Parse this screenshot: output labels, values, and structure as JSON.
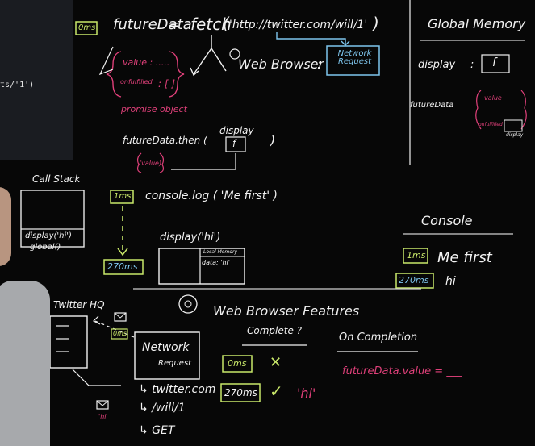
{
  "code": {
    "line": "ts/'1')"
  },
  "board": {
    "ms_0_badge": "0ms",
    "statement": {
      "var": "futureData",
      "eq": "=",
      "fetch": "fetch",
      "open": "(",
      "url": "'http://twitter.com/will/1'",
      "close": ")"
    },
    "promise": {
      "value": "value : .....",
      "onfulfilled": "onfulfilled",
      "array": ": [ ]",
      "label": "promise object"
    },
    "web_browser": {
      "label": "Web Browser",
      "colon": ":",
      "network_request": "Network Request"
    },
    "then": {
      "text": "futureData.then (",
      "display": "display",
      "f": "f",
      "close": ")",
      "value_param": "(value)"
    },
    "call_stack": {
      "title": "Call Stack",
      "frame": "display('hi')",
      "global": "global()"
    },
    "log": {
      "badge": "1ms",
      "text": "console.log ( 'Me first' )"
    },
    "exec": {
      "title": "display('hi')",
      "local_memory": "Local Memory",
      "data": "data: 'hi'"
    },
    "ms270": "270ms",
    "global_memory": {
      "title": "Global Memory",
      "display": "display",
      "colon": ":",
      "f": "f",
      "future": "futureData",
      "value": "value",
      "onfulfilled": "onfulfilled",
      "display_small": "display"
    },
    "console": {
      "title": "Console",
      "badge1": "1ms",
      "line1": "Me first",
      "badge2": "270ms",
      "line2": "hi"
    },
    "wbf": {
      "title": "Web Browser Features",
      "complete": "Complete ?",
      "on_completion": "On Completion",
      "row1": "0ms",
      "x_mark": "✕",
      "row2": "270ms",
      "check_mark": "✓",
      "hi": "'hi'",
      "assign": "futureData.value = ___"
    },
    "twitter": {
      "title": "Twitter HQ",
      "oms": "0ms",
      "hi": "'hi'",
      "network": "Network",
      "request": "Request",
      "path1": "↳ twitter.com",
      "path2": "↳ /will/1",
      "path3": "↳ GET"
    }
  }
}
